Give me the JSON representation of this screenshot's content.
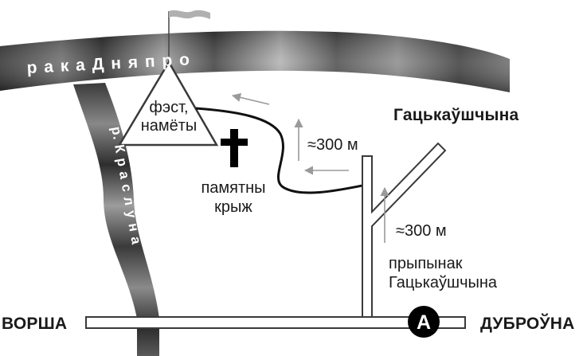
{
  "map": {
    "river_dnieper_label": "р а к а  Д н я п р о",
    "river_krasluna_label": "р. К р а с л ў н а",
    "camp_label_line1": "фэст,",
    "camp_label_line2": "намёты",
    "memorial_label_line1": "памятны",
    "memorial_label_line2": "крыж",
    "village_label": "Гацькаўшчына",
    "distance_upper": "≈300 м",
    "distance_lower": "≈300 м",
    "bus_stop_line1": "прыпынак",
    "bus_stop_line2": "Гацькаўшчына",
    "city_west": "ВОРША",
    "city_east": "ДУБРОЎНА",
    "bus_symbol": "A",
    "colors": {
      "river_dark": "#3a3a3a",
      "river_light": "#b8b8b8",
      "road_fill": "#ffffff",
      "road_stroke": "#3a3a3a",
      "path_stroke": "#111111",
      "arrow_color": "#9a9a9a",
      "flag_color": "#b0b0b0",
      "bus_circle": "#000000"
    }
  }
}
